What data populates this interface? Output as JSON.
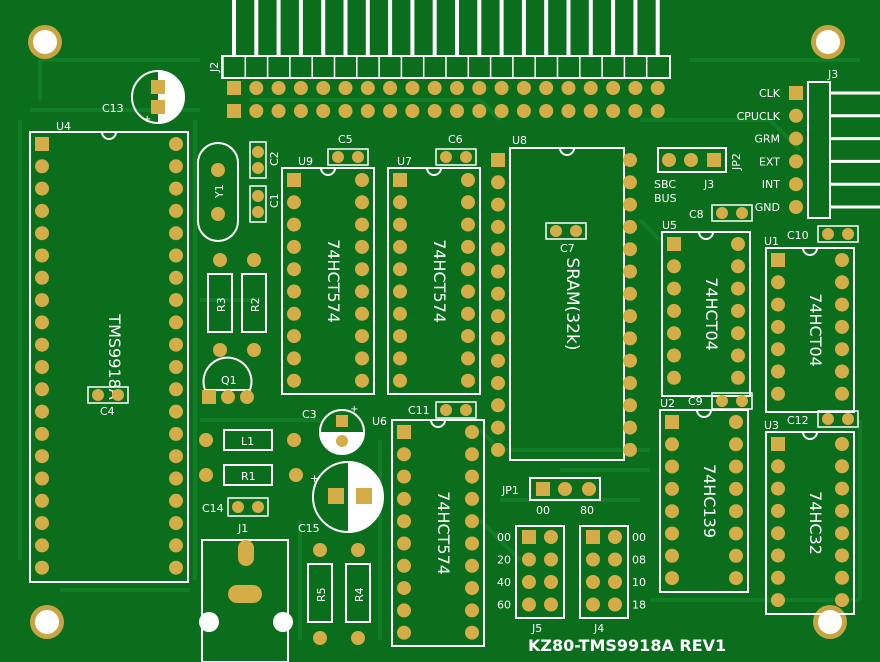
{
  "board_title": "KZ80-TMS9918A REV1",
  "chips": {
    "u4": {
      "ref": "U4",
      "part": "TMS9918A"
    },
    "u9": {
      "ref": "U9",
      "part": "74HCT574"
    },
    "u7": {
      "ref": "U7",
      "part": "74HCT574"
    },
    "u8": {
      "ref": "U8",
      "part": "SRAM(32k)"
    },
    "u6": {
      "ref": "U6",
      "part": "74HCT574"
    },
    "u5": {
      "ref": "U5",
      "part": "74HCT04"
    },
    "u1": {
      "ref": "U1",
      "part": "74HCT04"
    },
    "u2": {
      "ref": "U2",
      "part": "74HC139"
    },
    "u3": {
      "ref": "U3",
      "part": "74HC32"
    }
  },
  "labels": {
    "j1": "J1",
    "j2": "J2",
    "j3_top": "J3",
    "j3_sbc": "J3",
    "j4": "J4",
    "j5": "J5",
    "jp1": "JP1",
    "jp2": "JP2",
    "c1": "C1",
    "c2": "C2",
    "c3": "C3",
    "c4": "C4",
    "c5": "C5",
    "c6": "C6",
    "c7": "C7",
    "c8": "C8",
    "c9": "C9",
    "c10": "C10",
    "c11": "C11",
    "c12": "C12",
    "c13": "C13",
    "c14": "C14",
    "c15": "C15",
    "r1": "R1",
    "r2": "R2",
    "r3": "R3",
    "r4": "R4",
    "r5": "R5",
    "l1": "L1",
    "q1": "Q1",
    "y1": "Y1",
    "sbc": "SBC",
    "bus": "BUS",
    "jp1_left": "00",
    "jp1_right": "80",
    "plus_c13": "+",
    "plus_c3": "+",
    "plus_c15": "+"
  },
  "j3_signals": [
    "CLK",
    "CPUCLK",
    "GRM",
    "EXT",
    "INT",
    "GND"
  ],
  "j5_labels": [
    "00",
    "20",
    "40",
    "60"
  ],
  "j4_labels": [
    "00",
    "08",
    "10",
    "18"
  ],
  "colors": {
    "board": "#0b6e1d",
    "copper": "#138a2c",
    "pad": "#d4ac48",
    "silk": "#ffffff"
  }
}
